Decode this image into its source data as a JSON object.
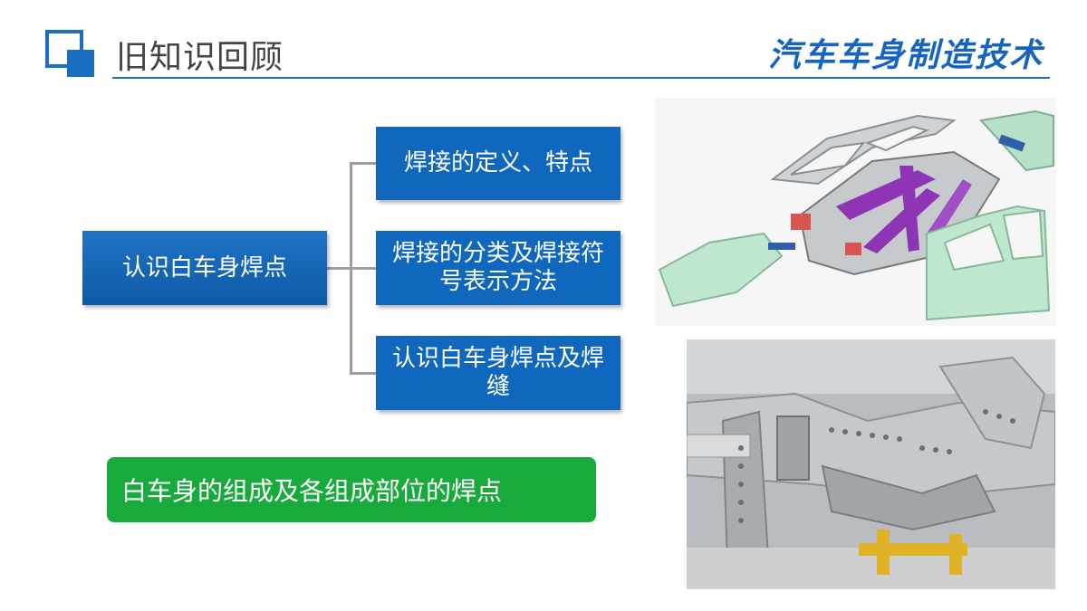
{
  "header": {
    "title": "旧知识回顾",
    "brand": "汽车车身制造技术"
  },
  "mindmap": {
    "root": "认识白车身焊点",
    "children": [
      {
        "label": "焊接的定义、特点"
      },
      {
        "label": "焊接的分类及焊接符号表示方法"
      },
      {
        "label": "认识白车身焊点及焊缝"
      }
    ]
  },
  "highlight": "白车身的组成及各组成部位的焊点",
  "images": {
    "top": "car-body-exploded-view",
    "bottom": "car-body-weld-photo"
  },
  "colors": {
    "accent": "#1a6fc4",
    "node": "#1068be",
    "green": "#19aa3e",
    "purple": "#8e35b5"
  }
}
